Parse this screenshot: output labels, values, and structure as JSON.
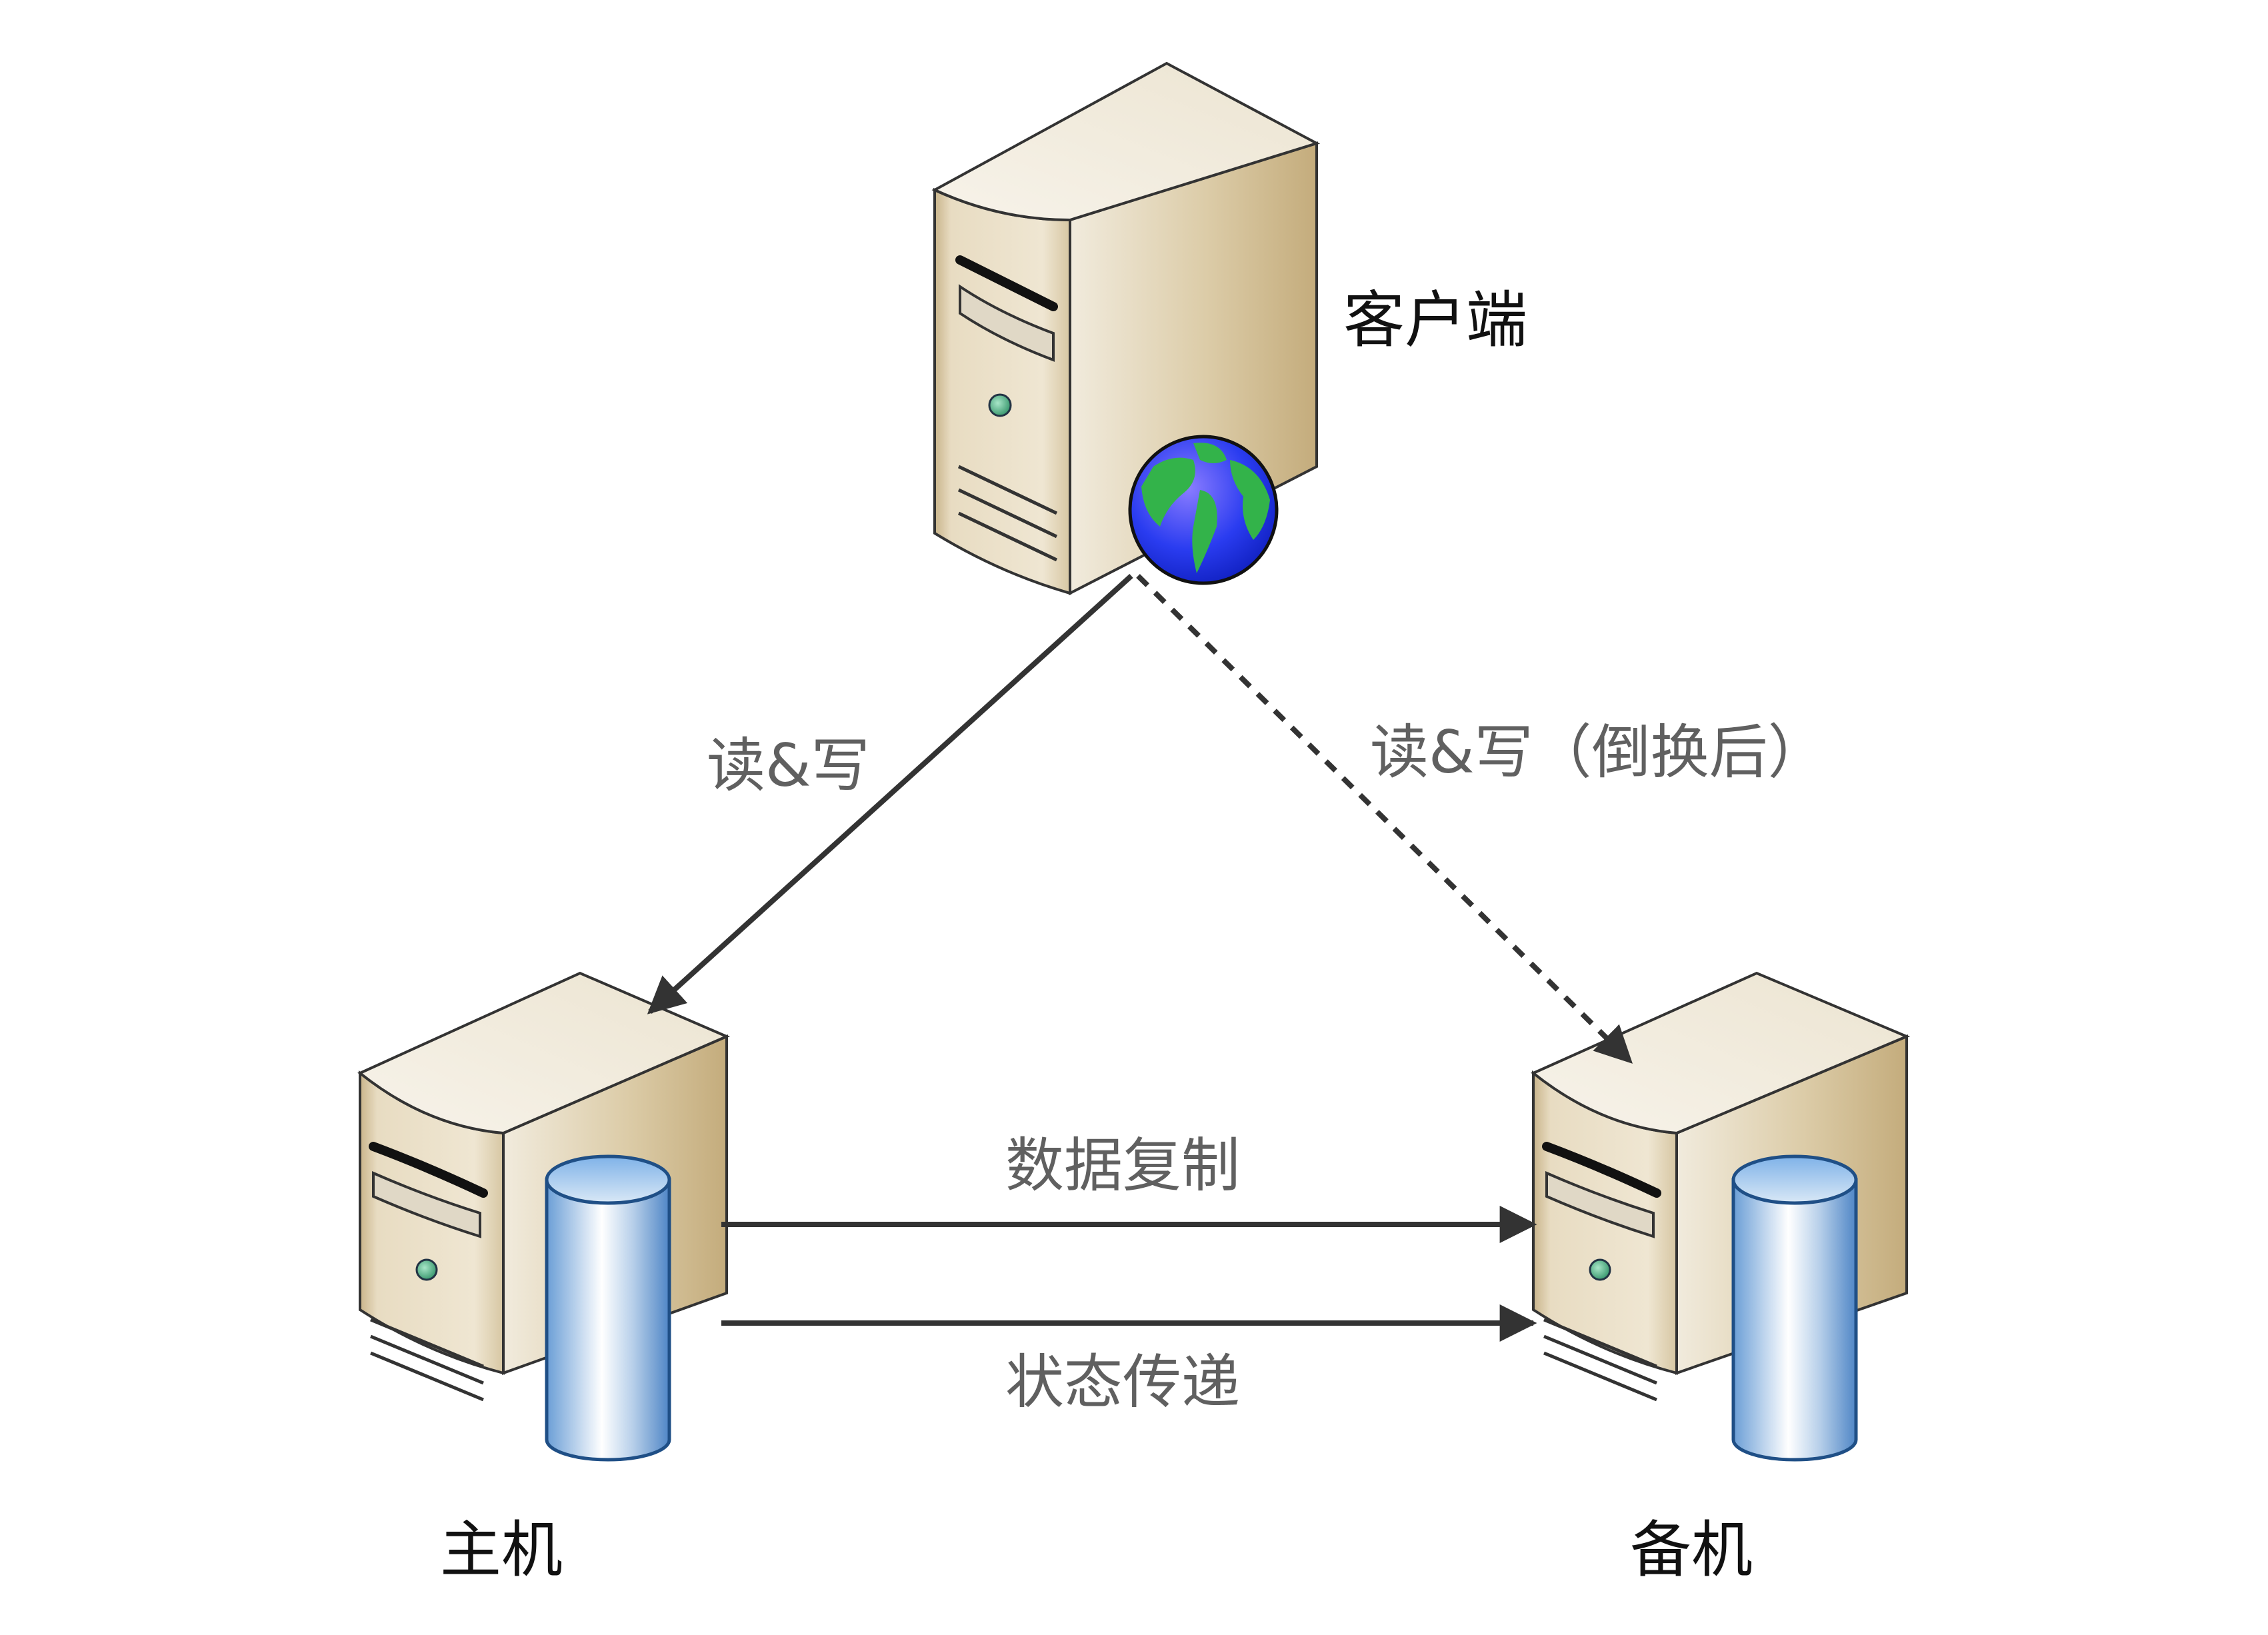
{
  "title": "主备架构示意图",
  "nodes": {
    "client": {
      "label": "客户端",
      "icon": "server-globe-icon"
    },
    "primary": {
      "label": "主机",
      "icon": "server-database-icon"
    },
    "backup": {
      "label": "备机",
      "icon": "server-database-icon"
    }
  },
  "edges": {
    "client_to_primary": {
      "label": "读&写",
      "style": "solid"
    },
    "client_to_backup": {
      "label": "读&写（倒换后）",
      "style": "dashed"
    },
    "replication": {
      "label": "数据复制",
      "style": "solid"
    },
    "state_transfer": {
      "label": "状态传递",
      "style": "solid"
    }
  },
  "colors": {
    "line": "#333333",
    "edge_text": "#606060",
    "node_text": "#111111",
    "server_body": "#e6dcc4",
    "server_top": "#f4f0e4",
    "db": "#7fb0e0",
    "globe_ocean": "#2a3cf0",
    "globe_land": "#33b34a",
    "led": "#5fb88f"
  }
}
